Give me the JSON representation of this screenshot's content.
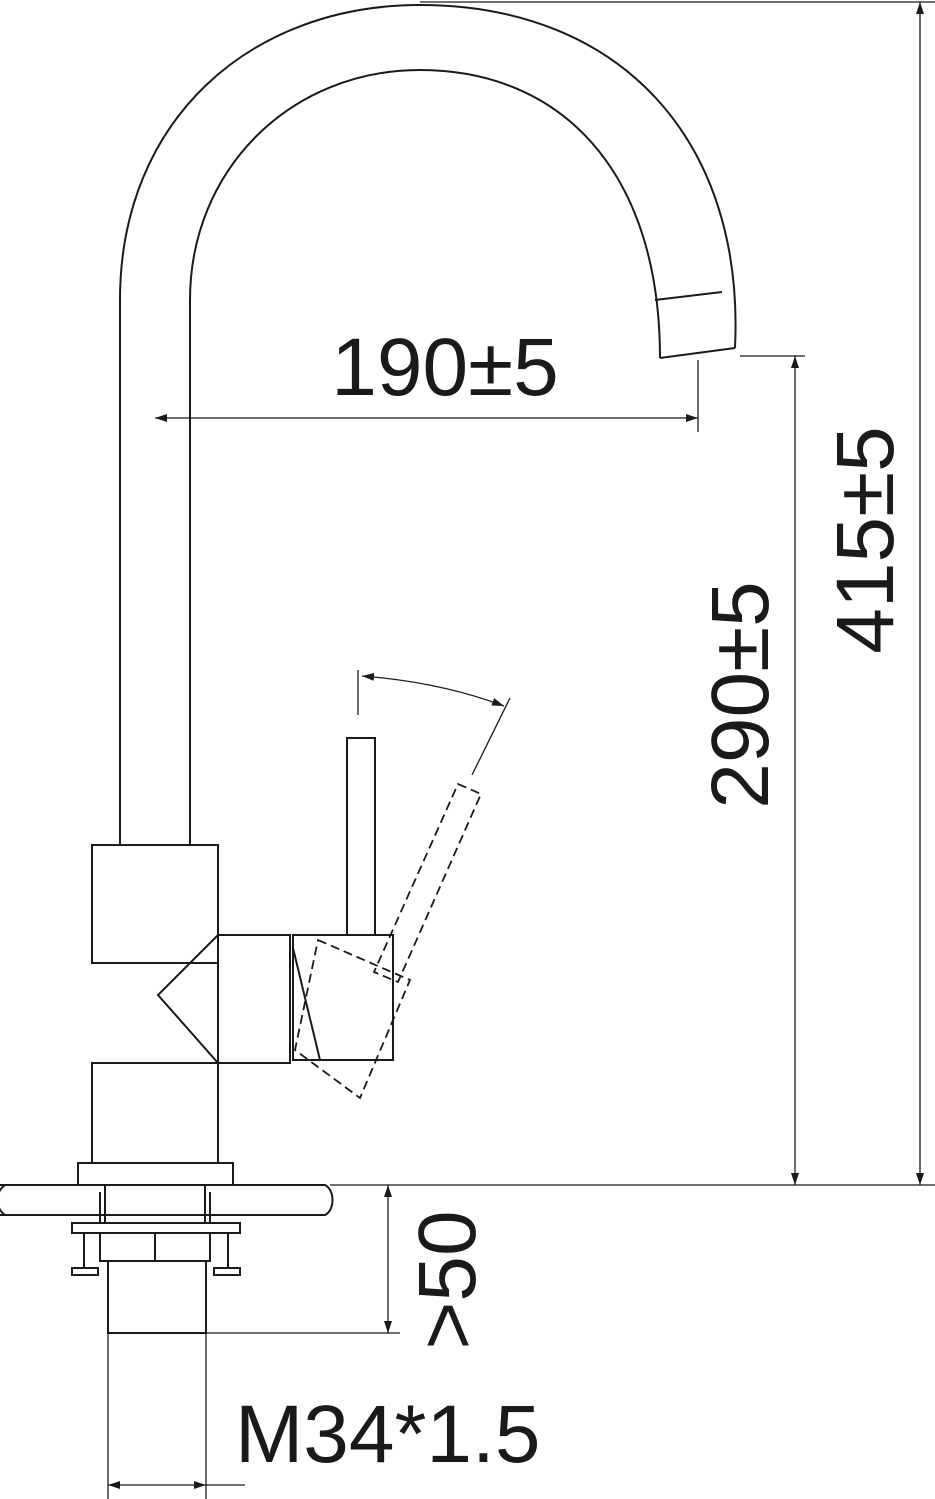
{
  "dimensions": {
    "spout_reach": "190±5",
    "spout_height": "290±5",
    "total_height": "415±5",
    "lever_angle": "25°",
    "min_thickness": ">50",
    "thread": "M34*1.5"
  },
  "colors": {
    "line": "#1a1a1a",
    "background": "#ffffff"
  }
}
